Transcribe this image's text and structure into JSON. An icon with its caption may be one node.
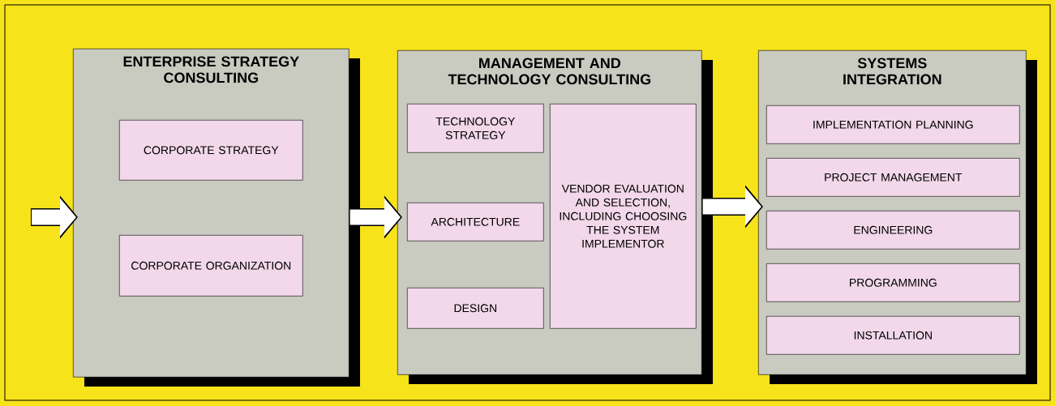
{
  "diagram": {
    "nodes": [
      {
        "text": [
          "ENTERPRISE STRATEGY CONSULTING"
        ]
      },
      {
        "text": [
          "CORPORATE STRATEGY"
        ],
        "in": 0
      },
      {
        "text": [
          "CORPORATE ORGANIZATION"
        ],
        "in": 0
      },
      {
        "text": [
          "MANAGEMENT AND TECHNOLOGY CONSULTING"
        ]
      },
      {
        "text": [
          "TECHNOLOGY STRATEGY"
        ],
        "in": 3
      },
      {
        "text": [
          "ARCHITECTURE"
        ],
        "in": 3
      },
      {
        "text": [
          "DESIGN"
        ],
        "in": 3
      },
      {
        "text": [
          "VENDOR EVALUATION AND SELECTION, INCLUDING CHOOSING THE SYSTEM IMPLEMENTOR"
        ],
        "in": 3
      },
      {
        "text": [
          "SYSTEMS INTEGRATION"
        ]
      },
      {
        "text": [
          "IMPLEMENTATION PLANNING"
        ],
        "in": 8
      },
      {
        "text": [
          "PROJECT MANAGEMENT"
        ],
        "in": 8
      },
      {
        "text": [
          "ENGINEERING"
        ],
        "in": 8
      },
      {
        "text": [
          "PROGRAMMING"
        ],
        "in": 8
      },
      {
        "text": [
          "INSTALLATION"
        ],
        "in": 8
      }
    ],
    "edges": [
      {
        "from": null,
        "to": 0,
        "arrow": "to"
      },
      {
        "from": 0,
        "to": 3,
        "arrow": "to"
      },
      {
        "from": 3,
        "to": 8,
        "arrow": "to"
      }
    ]
  }
}
